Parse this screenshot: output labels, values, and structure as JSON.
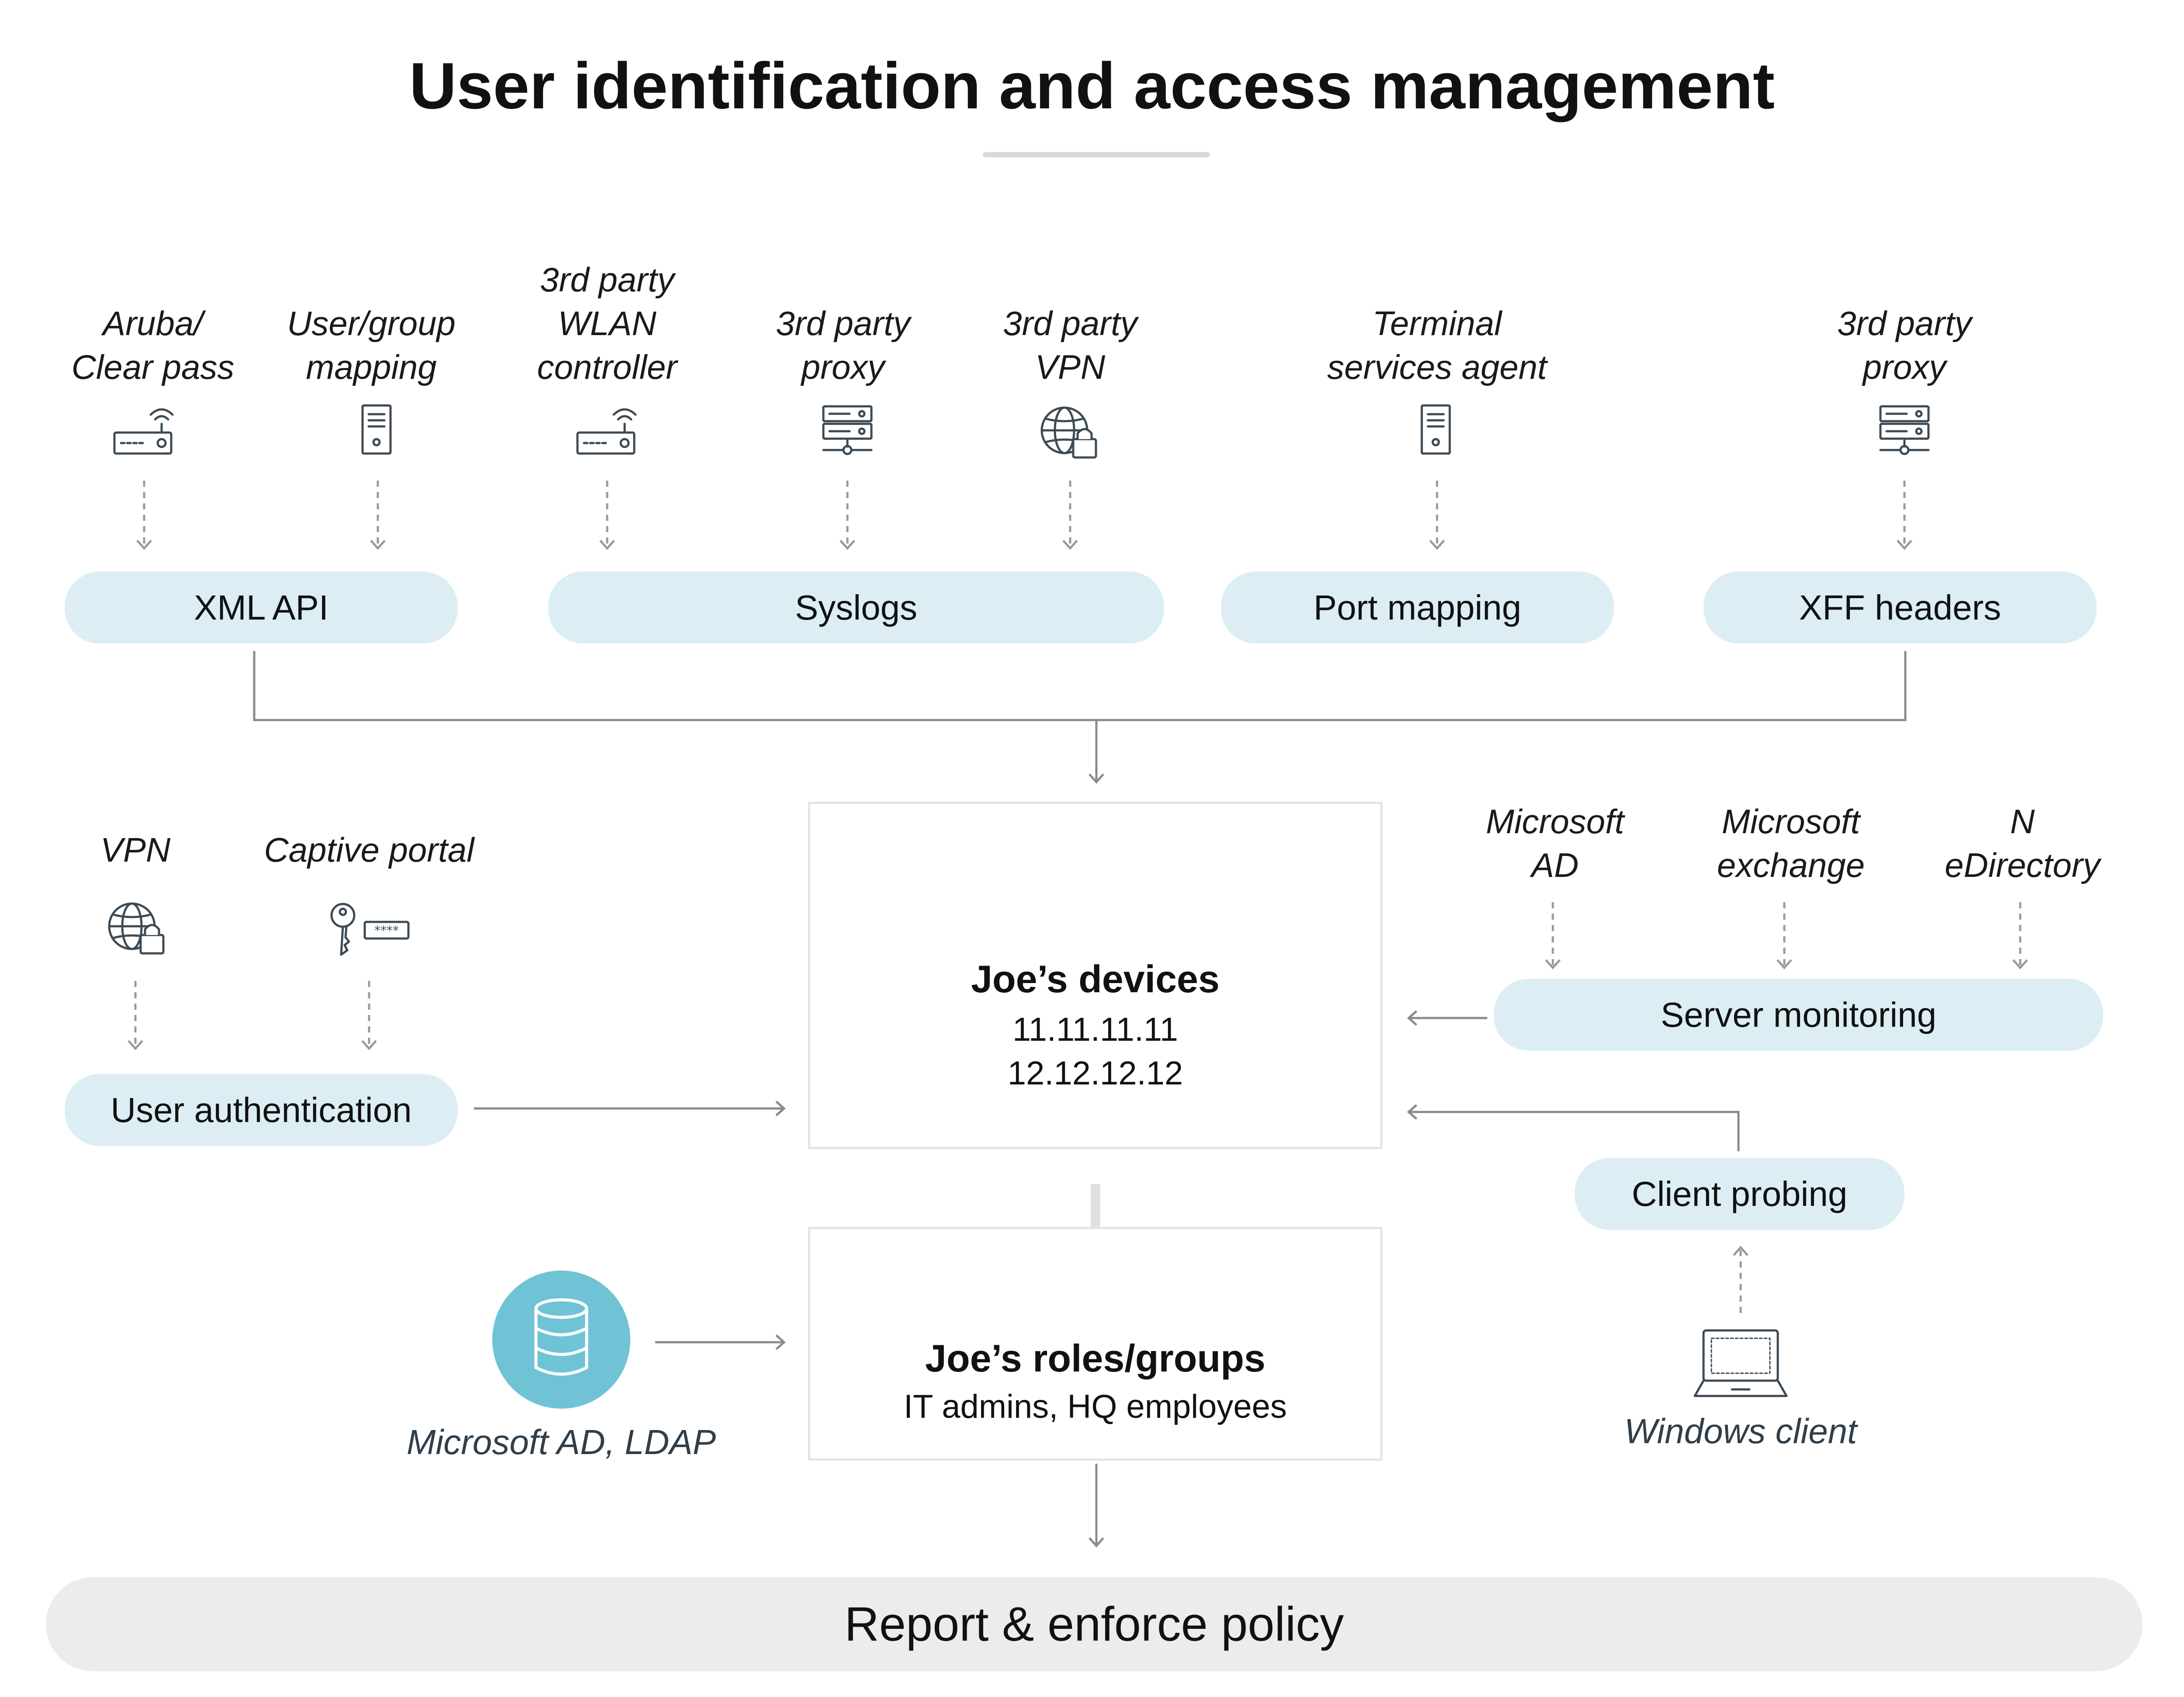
{
  "title": "User identification and access management",
  "sources_top": [
    {
      "label": "Aruba/\nClear pass",
      "icon": "router-icon"
    },
    {
      "label": "User/group\nmapping",
      "icon": "server-tower-icon"
    },
    {
      "label": "3rd party\nWLAN\ncontroller",
      "icon": "router-icon"
    },
    {
      "label": "3rd party\nproxy",
      "icon": "proxy-server-icon"
    },
    {
      "label": "3rd party\nVPN",
      "icon": "globe-lock-icon"
    },
    {
      "label": "Terminal\nservices agent",
      "icon": "server-tower-icon"
    },
    {
      "label": "3rd party\nproxy",
      "icon": "proxy-server-icon"
    }
  ],
  "collectors": {
    "xml_api": "XML API",
    "syslogs": "Syslogs",
    "port_mapping": "Port mapping",
    "xff_headers": "XFF headers"
  },
  "auth_sources": [
    {
      "label": "VPN",
      "icon": "globe-lock-icon"
    },
    {
      "label": "Captive portal",
      "icon": "key-password-icon"
    }
  ],
  "user_authentication": "User authentication",
  "server_sources": [
    {
      "label": "Microsoft\nAD"
    },
    {
      "label": "Microsoft\nexchange"
    },
    {
      "label": "N\neDirectory"
    }
  ],
  "server_monitoring": "Server monitoring",
  "client_probing": "Client probing",
  "windows_client": "Windows client",
  "devices": {
    "title": "Joe’s devices",
    "ip1": "11.11.11.11",
    "ip2": "12.12.12.12"
  },
  "roles": {
    "title": "Joe’s roles/groups",
    "text": "IT admins, HQ employees"
  },
  "directory_caption": "Microsoft AD, LDAP",
  "report": "Report & enforce policy",
  "colors": {
    "pill": "#dceef4",
    "db_circle": "#6fc3d5",
    "line": "#8a8a8a",
    "icon": "#3c4a55",
    "report": "#ececec"
  }
}
